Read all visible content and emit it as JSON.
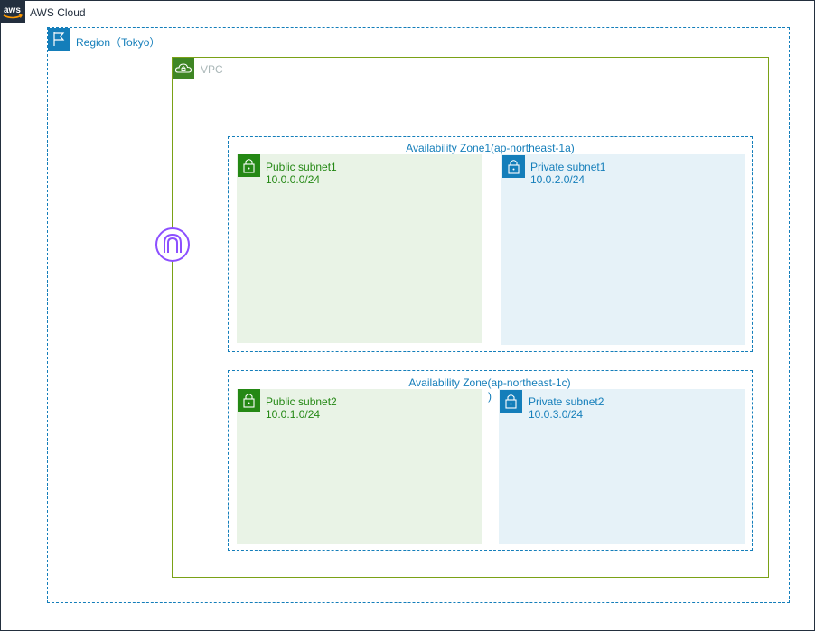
{
  "cloud": {
    "title": "AWS Cloud",
    "logo_text": "aws"
  },
  "region": {
    "title": "Region（Tokyo）",
    "icon": "region-flag-icon"
  },
  "vpc": {
    "title": "VPC",
    "icon": "vpc-cloud-lock-icon"
  },
  "availability_zones": [
    {
      "title": "Availability Zone1(ap-northeast-1a)"
    },
    {
      "title": "Availability Zone(ap-northeast-1c)",
      "title_tail": ")"
    }
  ],
  "subnets": {
    "public1": {
      "name": "Public subnet1",
      "cidr": "10.0.0.0/24"
    },
    "private1": {
      "name": "Private subnet1",
      "cidr": "10.0.2.0/24"
    },
    "public2": {
      "name": "Public subnet2",
      "cidr": "10.0.1.0/24"
    },
    "private2": {
      "name": "Private subnet2",
      "cidr": "10.0.3.0/24"
    }
  },
  "internet_gateway": {
    "icon": "internet-gateway-icon"
  },
  "colors": {
    "aws_dark": "#232f3e",
    "region_blue": "#147eba",
    "vpc_green": "#3f8624",
    "public_green": "#248814",
    "public_fill": "#e9f3e6",
    "private_fill": "#e6f2f8",
    "igw_purple": "#8c4fff"
  }
}
